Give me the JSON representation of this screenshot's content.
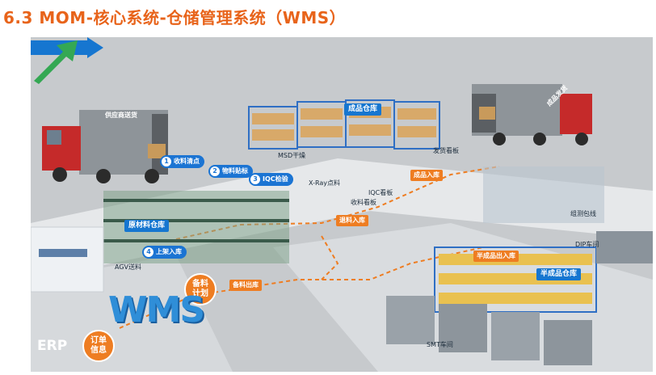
{
  "page_title": "6.3 MOM-核心系统-仓储管理系统（WMS）",
  "colors": {
    "title": "#e8641b",
    "accent_orange": "#ee7d22",
    "accent_blue": "#1676d0",
    "floor": "#c7cacd",
    "walkway": "#e6e8ea"
  },
  "arrows": {
    "supplier_delivery": "供应商送货",
    "finished_shipping": "成品发货"
  },
  "steps": [
    {
      "num": "1",
      "label": "收料清点"
    },
    {
      "num": "2",
      "label": "物料贴标"
    },
    {
      "num": "3",
      "label": "IQC检验"
    },
    {
      "num": "4",
      "label": "上架入库"
    }
  ],
  "zones": {
    "raw_warehouse": "原材料仓库",
    "finished_warehouse": "成品仓库",
    "semi_warehouse": "半成品仓库"
  },
  "flow_tags": {
    "finished_in": "成品入库",
    "inbound": "退料入库",
    "pick_out": "备料出库",
    "semi_in_out": "半成品出入库"
  },
  "labels": {
    "msd": "MSD干燥",
    "xray": "X-Ray点料",
    "iqc_board": "IQC看板",
    "receive_board": "收料看板",
    "ship_board": "发货看板",
    "test_line": "组测包线",
    "dip": "DIP车间",
    "smt": "SMT车间",
    "agv": "AGV送料"
  },
  "circles": {
    "plan": {
      "line1": "备料",
      "line2": "计划"
    },
    "order": {
      "line1": "订单",
      "line2": "信息"
    }
  },
  "erp": "ERP",
  "wms": "WMS"
}
